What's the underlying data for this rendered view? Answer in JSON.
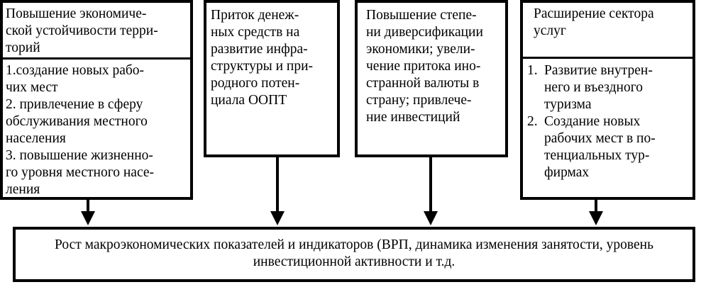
{
  "boxes": [
    {
      "header": "Повышение экономиче-\nской устойчивости терри-\nторий",
      "body": "1.создание новых рабо-\nчих мест\n2. привлечение в сферу\nобслуживания местного\nнаселения\n3. повышение жизненно-\nго уровня местного насе-\nления"
    },
    {
      "text": "Приток денеж-\nных средств на\nразвитие инфра-\nструктуры и при-\nродного потен-\nциала ООПТ"
    },
    {
      "text": "Повышение степе-\nни диверсификации\nэкономики; увели-\nчение притока ино-\nстранной валюты в\nстрану; привлече-\nние инвестиций"
    },
    {
      "header": "Расширение сектора\nуслуг",
      "items": [
        {
          "num": "1.",
          "text": "Развитие внутрен-\nнего и въездного\nтуризма"
        },
        {
          "num": "2.",
          "text": "Создание новых\nрабочих мест в по-\nтенциальных тур-\nфирмах"
        }
      ]
    }
  ],
  "bottom": {
    "text": "Рост макроэкономических показателей и индикаторов (ВРП, динамика изменения занятости, уровень\nинвестиционной активности и т.д."
  }
}
